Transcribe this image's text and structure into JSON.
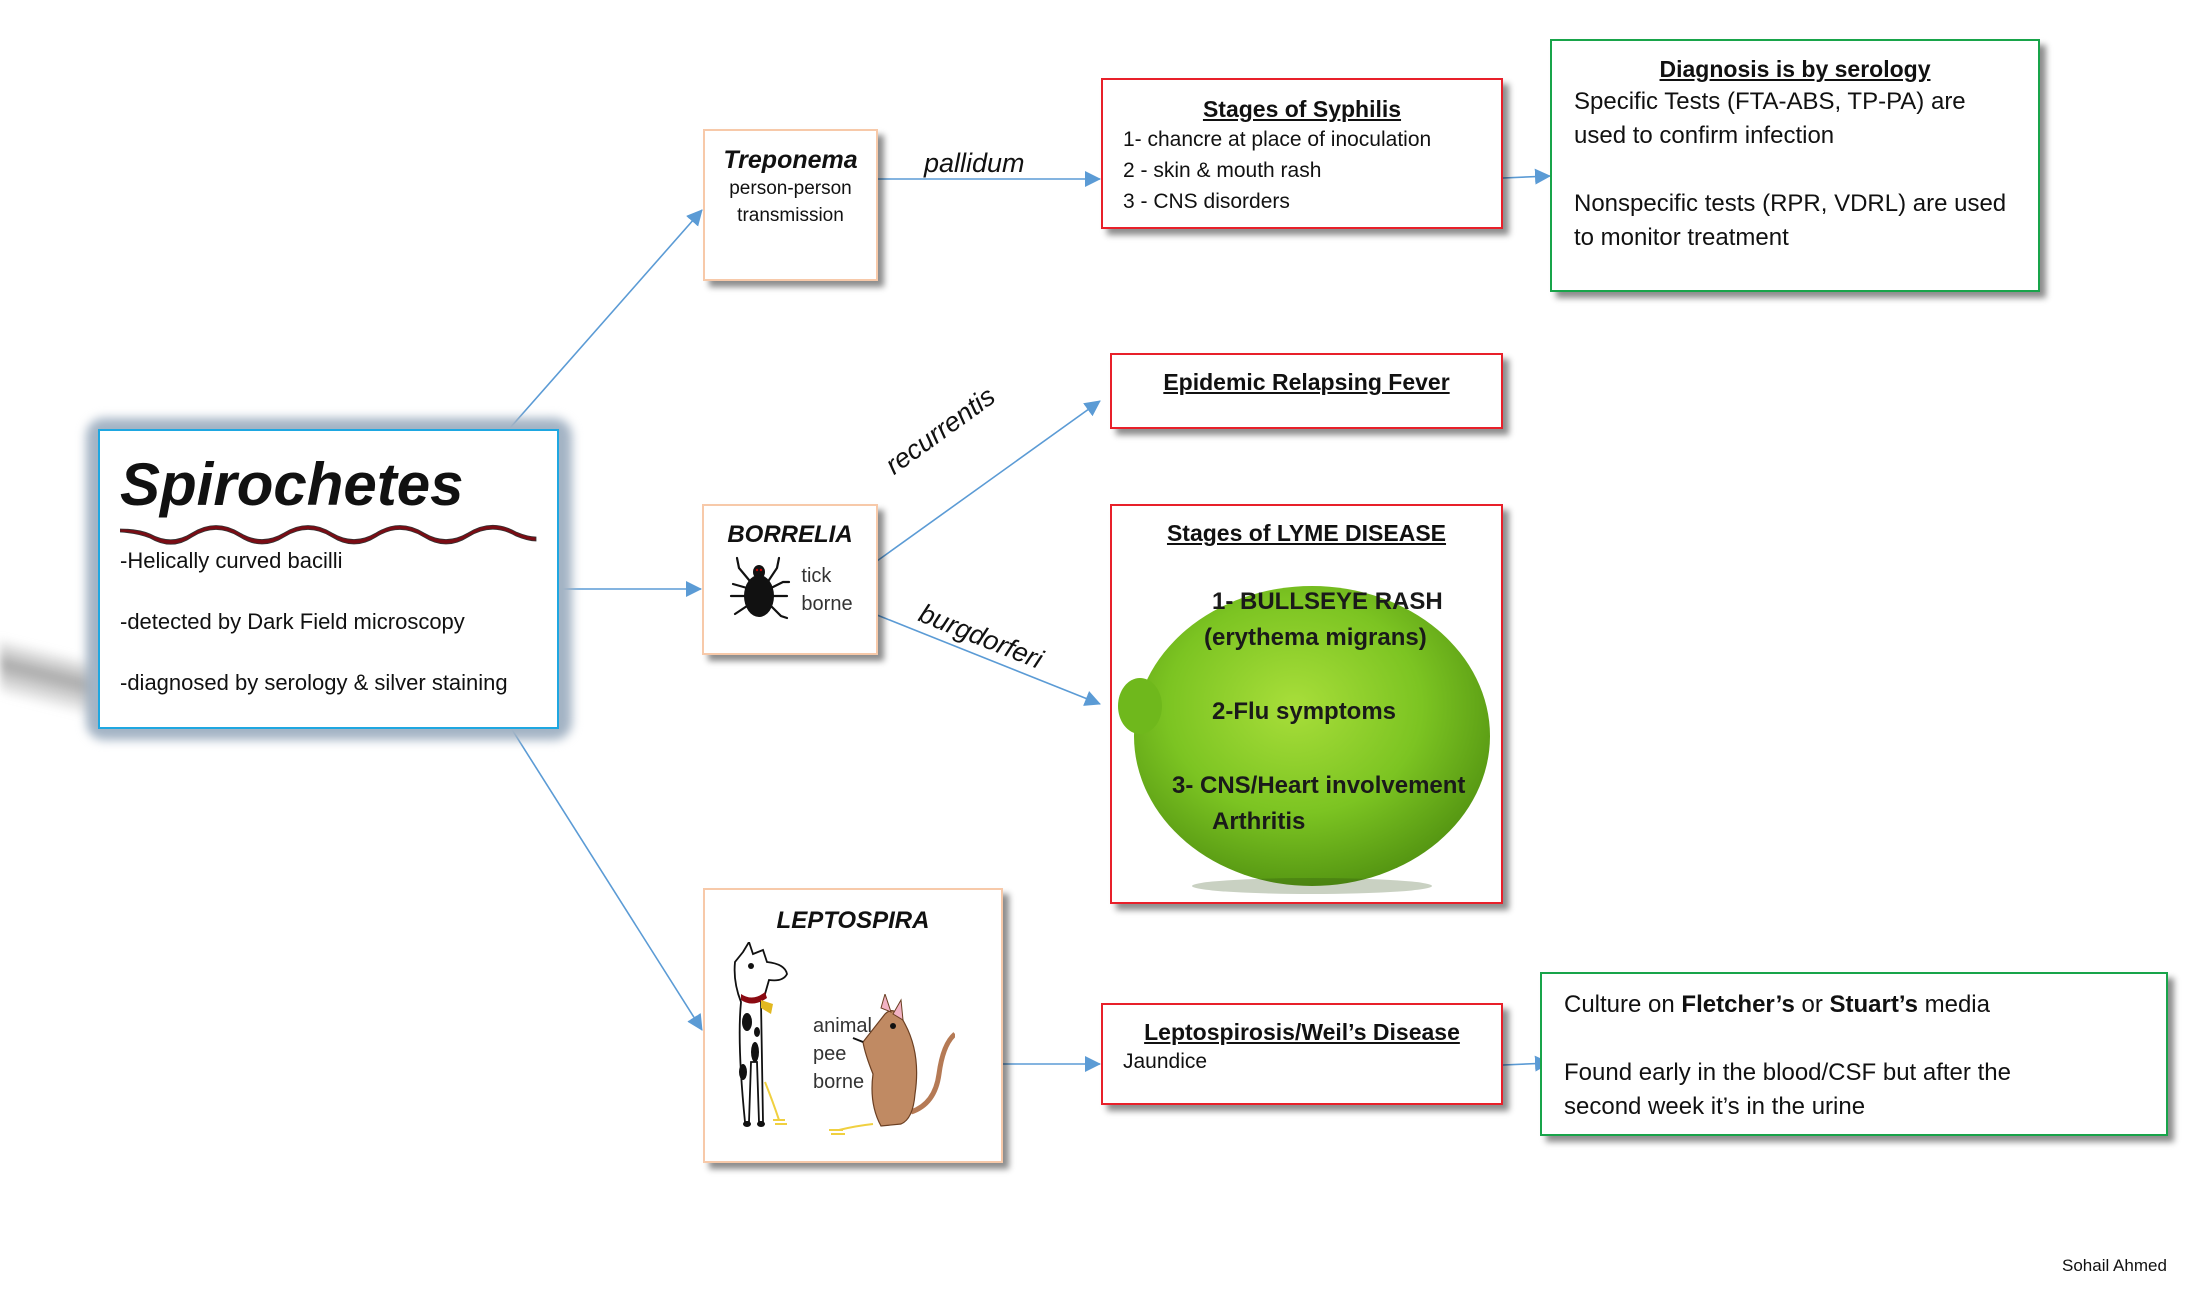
{
  "spirochetes": {
    "title": "Spirochetes",
    "facts": [
      "-Helically curved bacilli",
      "-detected by Dark Field microscopy",
      "-diagnosed by serology & silver staining"
    ]
  },
  "treponema": {
    "genus": "Treponema",
    "lines": [
      "person-person",
      "transmission"
    ],
    "species_label": "pallidum"
  },
  "syphilis": {
    "title": "Stages of Syphilis",
    "stages": [
      "1- chancre at place of inoculation",
      "2 - skin & mouth rash",
      "3 - CNS disorders"
    ]
  },
  "syphilis_diagnosis": {
    "title": "Diagnosis is by serology",
    "specific": "Specific Tests (FTA-ABS, TP-PA) are used to confirm infection",
    "nonspecific": "Nonspecific tests (RPR, VDRL) are used to monitor treatment"
  },
  "borrelia": {
    "genus": "BORRELIA",
    "vector_lines": [
      "tick",
      "borne"
    ],
    "species_labels": [
      "recurrentis",
      "burgdorferi"
    ]
  },
  "relapsing_fever": {
    "title": "Epidemic Relapsing Fever"
  },
  "lyme": {
    "title": "Stages of LYME DISEASE",
    "stages": [
      "1- BULLSEYE RASH",
      "(erythema migrans)",
      "2-Flu symptoms",
      "3- CNS/Heart involvement",
      "Arthritis"
    ]
  },
  "leptospira": {
    "genus": "LEPTOSPIRA",
    "vector_lines": [
      "animal",
      "pee",
      "borne"
    ]
  },
  "leptospirosis": {
    "title": "Leptospirosis/Weil’s Disease",
    "symptom": "Jaundice"
  },
  "lepto_diagnosis": {
    "culture_prefix": "Culture on ",
    "culture_media_1": "Fletcher’s",
    "culture_or": " or ",
    "culture_media_2": "Stuart’s",
    "culture_suffix": " media",
    "finding": "Found early in the blood/CSF but after the second week it’s in the urine"
  },
  "footer": {
    "author": "Sohail Ahmed"
  },
  "colors": {
    "arrow": "#5b9bd5",
    "disease_border": "#e8202a",
    "diagnosis_border": "#18a44a",
    "genus_border": "#f7c9a9",
    "root_border": "#1ea7e1"
  }
}
